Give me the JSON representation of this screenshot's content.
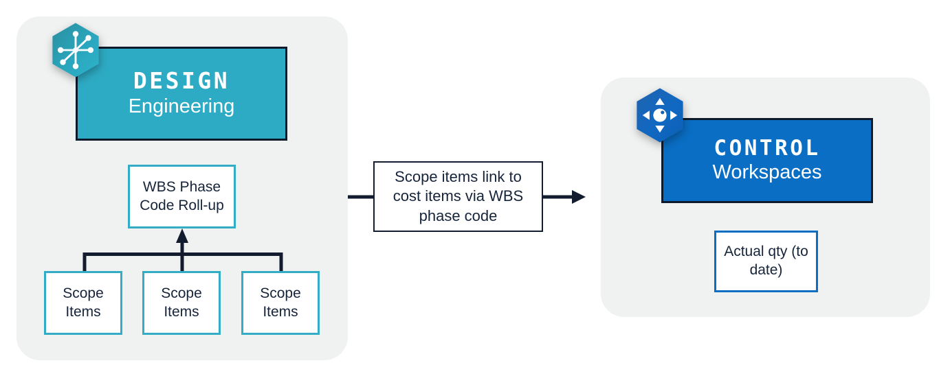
{
  "diagram": {
    "type": "flow-diagram",
    "background": "#ffffff",
    "panel_fill": "#f0f1f1",
    "colors": {
      "teal": "#2eabc4",
      "teal_border": "#33ADC6",
      "blue": "#0a6ec4",
      "blue_border": "#0a6ec4",
      "dark_navy": "#131c2e",
      "text": "#16243a",
      "white": "#ffffff"
    },
    "panels": [
      {
        "id": "design",
        "name": "design-panel"
      },
      {
        "id": "control",
        "name": "control-panel"
      }
    ],
    "hero_design": {
      "icon": "node-graph-hexagon-icon",
      "title": "DESIGN",
      "subtitle": "Engineering",
      "fill": "#2eabc4"
    },
    "hero_control": {
      "icon": "dpad-hexagon-icon",
      "title": "CONTROL",
      "subtitle": "Workspaces",
      "fill": "#0a6ec4"
    },
    "boxes": {
      "wbs": "WBS Phase Code Roll-up",
      "scope_items": [
        "Scope Items",
        "Scope Items",
        "Scope Items"
      ],
      "link_label": "Scope items link to cost items via WBS phase code",
      "actual_qty": "Actual qty (to date)"
    },
    "connectors": [
      {
        "name": "scope-items-to-wbs-rollup",
        "style": "tree-bracket",
        "direction": "up",
        "arrowhead": true
      },
      {
        "name": "design-to-control-flow",
        "style": "straight",
        "direction": "right",
        "arrowhead": true
      }
    ]
  }
}
